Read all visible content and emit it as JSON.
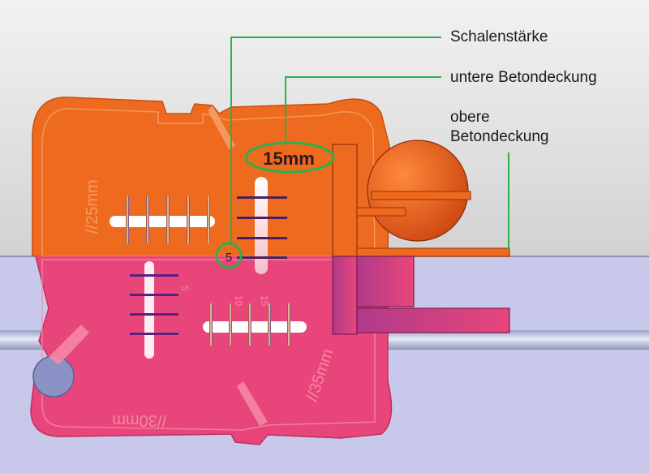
{
  "labels": {
    "shell_thickness": "Schalenstärke",
    "lower_cover": "untere Betondeckung",
    "upper_cover_line1": "obere",
    "upper_cover_line2": "Betondeckung"
  },
  "markings": {
    "top_value": "15mm",
    "circle_value": "5",
    "left_side": "//25mm",
    "right_side": "//35mm",
    "bottom_side": "//30mm",
    "scale_5": "5",
    "scale_10": "10",
    "scale_15": "15"
  },
  "colors": {
    "background_upper": "#e0e0e0",
    "background_lower": "#c8c8ea",
    "spacer_orange": "#ee6a1e",
    "spacer_pink": "#e8467a",
    "leader_green": "#2db04b",
    "rebar": "#b9c0dc",
    "ball": "#e85a1a"
  }
}
